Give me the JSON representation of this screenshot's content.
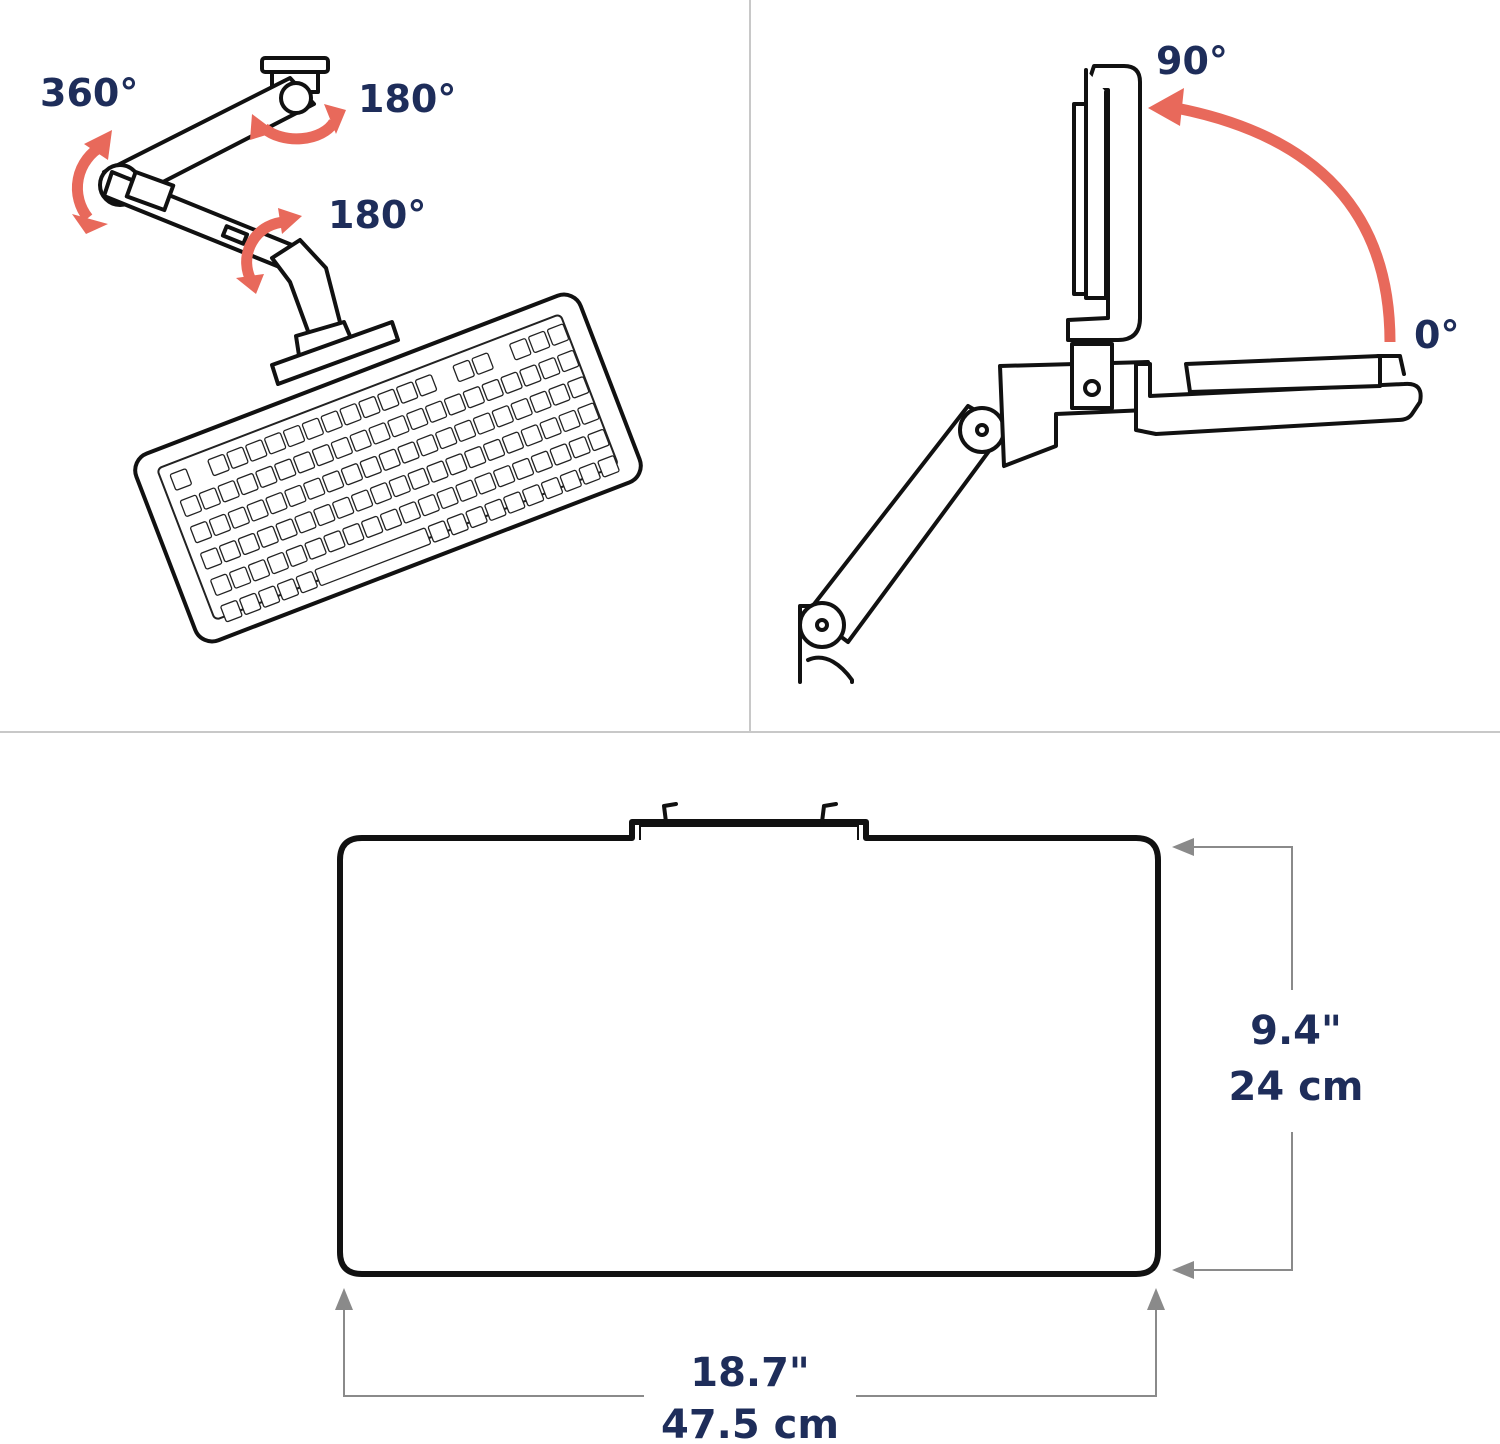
{
  "panels": {
    "top_left": {
      "rotation_labels": {
        "base_swivel": "360°",
        "upper_joint": "180°",
        "lower_joint": "180°"
      }
    },
    "top_right": {
      "tilt_labels": {
        "max": "90°",
        "min": "0°"
      }
    },
    "bottom": {
      "height_dimension": {
        "imperial": "9.4\"",
        "metric": "24 cm"
      },
      "width_dimension": {
        "imperial": "18.7\"",
        "metric": "47.5 cm"
      }
    }
  },
  "colors": {
    "label_navy": "#1e2d5a",
    "arrow_coral": "#e8695b",
    "line_black": "#111111",
    "dimension_gray": "#8a8a8a",
    "divider_gray": "#c8c8c8"
  }
}
